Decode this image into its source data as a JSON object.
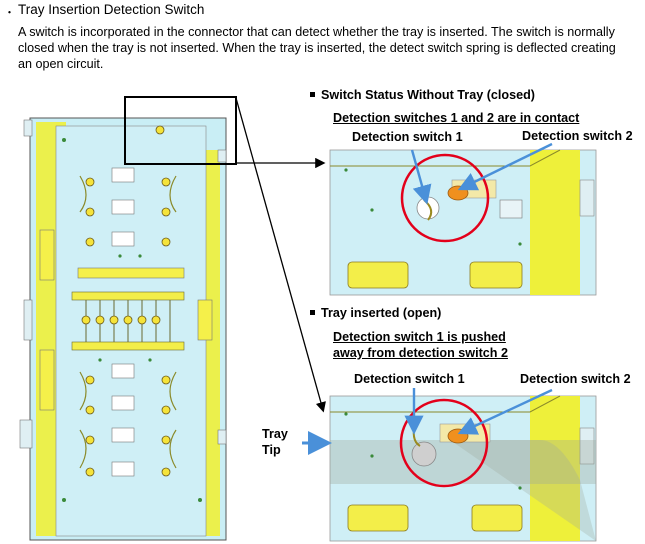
{
  "section": {
    "bullet": "・",
    "title": "Tray Insertion Detection Switch",
    "description": "A switch is incorporated in the connector that can detect whether the tray is inserted. The switch is normally closed when the tray is not inserted. When the tray is inserted, the detect switch spring is deflected creating an open circuit."
  },
  "without_tray": {
    "heading": "Switch Status Without Tray (closed)",
    "caption": "Detection switches 1 and 2 are in contact",
    "label_switch1": "Detection switch 1",
    "label_switch2": "Detection switch 2"
  },
  "tray_inserted": {
    "heading": "Tray inserted (open)",
    "caption_line1": "Detection switch 1 is pushed",
    "caption_line2": "away from detection switch 2",
    "label_switch1": "Detection switch 1",
    "label_switch2": "Detection switch 2",
    "tray_tip_line1": "Tray",
    "tray_tip_line2": "Tip"
  },
  "colors": {
    "cyan_body": "#bfeaf2",
    "yellow_contact": "#eef03a",
    "highlight_red": "#e3001b",
    "arrow_blue": "#4a90d9",
    "contact_orange": "#f0901e"
  }
}
